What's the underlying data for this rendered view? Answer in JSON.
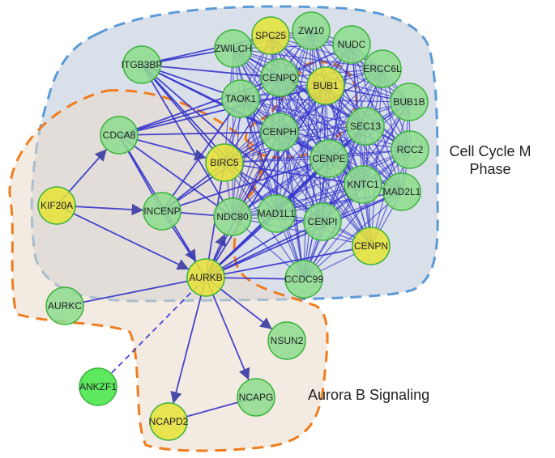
{
  "regions": {
    "m_phase": {
      "label_line1": "Cell Cycle M",
      "label_line2": "Phase",
      "color": "#5b9bd5"
    },
    "aurora_b": {
      "label": "Aurora B Signaling",
      "color": "#f07c1e"
    }
  },
  "colors": {
    "node_green": "#8fdc8f",
    "node_yellow": "#e5e23a",
    "node_bright_green": "#5ee85e",
    "edge_blue": "#3333cc",
    "edge_gray": "#8888aa"
  },
  "nodes": [
    {
      "id": "SPC25",
      "label": "SPC25",
      "color": "yellow"
    },
    {
      "id": "ZW10",
      "label": "ZW10",
      "color": "green"
    },
    {
      "id": "NUDC",
      "label": "NUDC",
      "color": "green"
    },
    {
      "id": "ITGB3BP",
      "label": "ITGB3BP",
      "color": "green"
    },
    {
      "id": "ZWILCH",
      "label": "ZWILCH",
      "color": "green"
    },
    {
      "id": "CENPQ",
      "label": "CENPQ",
      "color": "green"
    },
    {
      "id": "ERCC6L",
      "label": "ERCC6L",
      "color": "green"
    },
    {
      "id": "BUB1",
      "label": "BUB1",
      "color": "yellow"
    },
    {
      "id": "TAOK1",
      "label": "TAOK1",
      "color": "green"
    },
    {
      "id": "BUB1B",
      "label": "BUB1B",
      "color": "green"
    },
    {
      "id": "SEC13",
      "label": "SEC13",
      "color": "green"
    },
    {
      "id": "CDCA8",
      "label": "CDCA8",
      "color": "green"
    },
    {
      "id": "CENPH",
      "label": "CENPH",
      "color": "green"
    },
    {
      "id": "CENPE",
      "label": "CENPE",
      "color": "green"
    },
    {
      "id": "RCC2",
      "label": "RCC2",
      "color": "green"
    },
    {
      "id": "BIRC5",
      "label": "BIRC5",
      "color": "yellow"
    },
    {
      "id": "KNTC1",
      "label": "KNTC1",
      "color": "green"
    },
    {
      "id": "MAD2L1",
      "label": "MAD2L1",
      "color": "green"
    },
    {
      "id": "KIF20A",
      "label": "KIF20A",
      "color": "yellow"
    },
    {
      "id": "INCENP",
      "label": "INCENP",
      "color": "green"
    },
    {
      "id": "NDC80",
      "label": "NDC80",
      "color": "green"
    },
    {
      "id": "MAD1L1",
      "label": "MAD1L1",
      "color": "green"
    },
    {
      "id": "CENPI",
      "label": "CENPI",
      "color": "green"
    },
    {
      "id": "CENPN",
      "label": "CENPN",
      "color": "yellow"
    },
    {
      "id": "AURKB",
      "label": "AURKB",
      "color": "yellow"
    },
    {
      "id": "CCDC99",
      "label": "CCDC99",
      "color": "green"
    },
    {
      "id": "AURKC",
      "label": "AURKC",
      "color": "green"
    },
    {
      "id": "NSUN2",
      "label": "NSUN2",
      "color": "green"
    },
    {
      "id": "ANKZF1",
      "label": "ANKZF1",
      "color": "bright"
    },
    {
      "id": "NCAPG",
      "label": "NCAPG",
      "color": "green"
    },
    {
      "id": "NCAPD2",
      "label": "NCAPD2",
      "color": "yellow"
    }
  ],
  "dense_cluster": [
    "SPC25",
    "ZW10",
    "NUDC",
    "ZWILCH",
    "CENPQ",
    "ERCC6L",
    "BUB1",
    "TAOK1",
    "BUB1B",
    "SEC13",
    "CENPH",
    "CENPE",
    "RCC2",
    "BIRC5",
    "KNTC1",
    "MAD2L1",
    "NDC80",
    "MAD1L1",
    "CENPI",
    "CENPN",
    "CCDC99"
  ],
  "edges": [
    {
      "from": "ITGB3BP",
      "to": "ZWILCH"
    },
    {
      "from": "ITGB3BP",
      "to": "CENPQ"
    },
    {
      "from": "ITGB3BP",
      "to": "TAOK1"
    },
    {
      "from": "ITGB3BP",
      "to": "CENPH"
    },
    {
      "from": "ITGB3BP",
      "to": "CENPE"
    },
    {
      "from": "ITGB3BP",
      "to": "BIRC5"
    },
    {
      "from": "ITGB3BP",
      "to": "NDC80"
    },
    {
      "from": "ITGB3BP",
      "to": "SPC25"
    },
    {
      "from": "ITGB3BP",
      "to": "MAD1L1"
    },
    {
      "from": "ITGB3BP",
      "to": "CENPI"
    },
    {
      "from": "CDCA8",
      "to": "BIRC5",
      "arrow": true
    },
    {
      "from": "CDCA8",
      "to": "INCENP"
    },
    {
      "from": "CDCA8",
      "to": "AURKB",
      "arrow": true
    },
    {
      "from": "CDCA8",
      "to": "CENPH"
    },
    {
      "from": "CDCA8",
      "to": "TAOK1"
    },
    {
      "from": "CDCA8",
      "to": "CENPQ"
    },
    {
      "from": "CDCA8",
      "to": "NDC80"
    },
    {
      "from": "CDCA8",
      "to": "BUB1"
    },
    {
      "from": "KIF20A",
      "to": "CDCA8",
      "arrow": true
    },
    {
      "from": "KIF20A",
      "to": "INCENP",
      "arrow": true
    },
    {
      "from": "KIF20A",
      "to": "AURKB",
      "arrow": true
    },
    {
      "from": "INCENP",
      "to": "BIRC5"
    },
    {
      "from": "INCENP",
      "to": "AURKB"
    },
    {
      "from": "INCENP",
      "to": "NDC80"
    },
    {
      "from": "INCENP",
      "to": "CENPH"
    },
    {
      "from": "INCENP",
      "to": "TAOK1"
    },
    {
      "from": "INCENP",
      "to": "CENPE"
    },
    {
      "from": "AURKB",
      "to": "BIRC5"
    },
    {
      "from": "AURKB",
      "to": "NDC80",
      "arrow": true
    },
    {
      "from": "AURKB",
      "to": "MAD1L1"
    },
    {
      "from": "AURKB",
      "to": "CENPI"
    },
    {
      "from": "AURKB",
      "to": "CENPN"
    },
    {
      "from": "AURKB",
      "to": "CCDC99"
    },
    {
      "from": "AURKB",
      "to": "CENPE"
    },
    {
      "from": "AURKB",
      "to": "KNTC1"
    },
    {
      "from": "AURKB",
      "to": "MAD2L1"
    },
    {
      "from": "AURKB",
      "to": "CENPH"
    },
    {
      "from": "AURKB",
      "to": "SEC13"
    },
    {
      "from": "AURKB",
      "to": "BUB1"
    },
    {
      "from": "AURKC",
      "to": "AURKB"
    },
    {
      "from": "AURKB",
      "to": "NSUN2",
      "arrow": true
    },
    {
      "from": "AURKB",
      "to": "NCAPG",
      "arrow": true
    },
    {
      "from": "AURKB",
      "to": "NCAPD2",
      "arrow": true
    },
    {
      "from": "NCAPD2",
      "to": "NCAPG"
    },
    {
      "from": "ANKZF1",
      "to": "AURKB",
      "dashed": true
    }
  ]
}
